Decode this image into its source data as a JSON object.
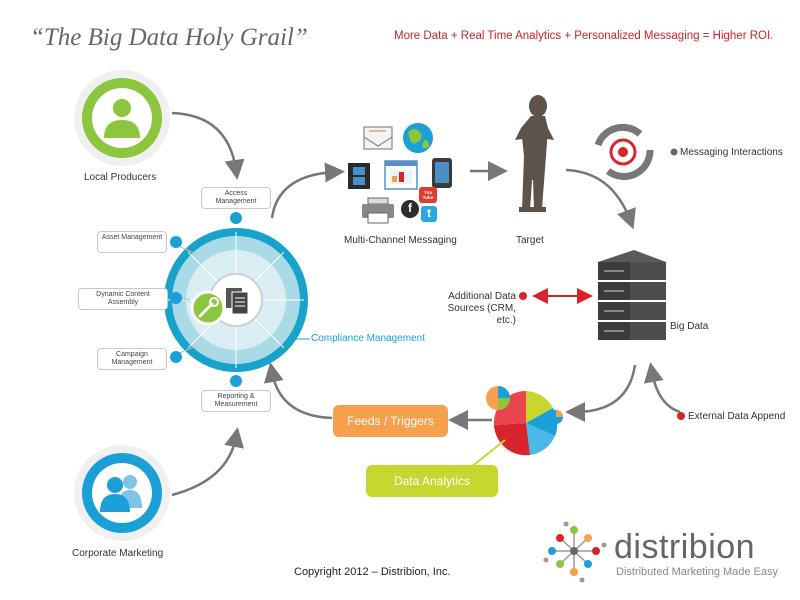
{
  "title": "“The Big Data Holy Grail”",
  "tagline": "More Data + Real Time Analytics + Personalized Messaging = Higher ROI.",
  "nodes": {
    "local_producers": "Local Producers",
    "corporate_marketing": "Corporate Marketing",
    "multi_channel": "Multi-Channel Messaging",
    "target": "Target",
    "messaging_interactions": "Messaging Interactions",
    "big_data": "Big Data",
    "additional_sources": "Additional Data Sources (CRM, etc.)",
    "external_append": "External Data Append",
    "compliance": "Compliance Management",
    "feeds": "Feeds / Triggers",
    "analytics": "Data Analytics"
  },
  "modules": {
    "access": "Access Management",
    "asset": "Asset Management",
    "dynamic": "Dynamic Content Assembly",
    "campaign": "Campaign Management",
    "reporting": "Reporting & Measurement"
  },
  "icons": {
    "youtube": "You Tube",
    "facebook": "f",
    "twitter": "t"
  },
  "copyright": "Copyright 2012 – Distribion, Inc.",
  "brand": {
    "name": "distribion",
    "slogan": "Distributed Marketing Made Easy"
  },
  "colors": {
    "green": "#8cc63f",
    "blue": "#1a9fd7",
    "teal": "#17a2c9",
    "orange": "#f6a04d",
    "lime": "#c8d630",
    "red": "#d9232d",
    "gray": "#666666"
  }
}
